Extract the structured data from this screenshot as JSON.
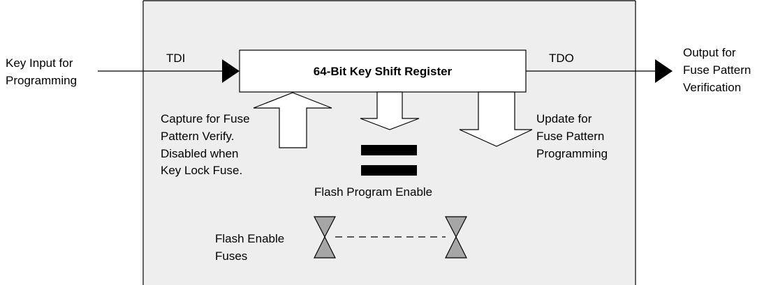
{
  "diagram": {
    "colors": {
      "panel_fill": "#eeeeee",
      "stroke": "#000000",
      "arrow_fill": "#ffffff",
      "fuse_fill": "#a6a6a6",
      "bar_fill": "#000000"
    },
    "input_label": [
      "Key Input for",
      "Programming"
    ],
    "tdi_label": "TDI",
    "tdo_label": "TDO",
    "register_label": "64-Bit Key Shift Register",
    "output_label": [
      "Output for",
      "Fuse Pattern",
      "Verification"
    ],
    "capture_label": [
      "Capture for Fuse",
      "Pattern Verify.",
      "Disabled when",
      "Key Lock Fuse."
    ],
    "update_label": [
      "Update for",
      "Fuse Pattern",
      "Programming"
    ],
    "flash_program_enable_label": "Flash Program Enable",
    "flash_enable_fuses_label": [
      "Flash Enable",
      "Fuses"
    ]
  }
}
